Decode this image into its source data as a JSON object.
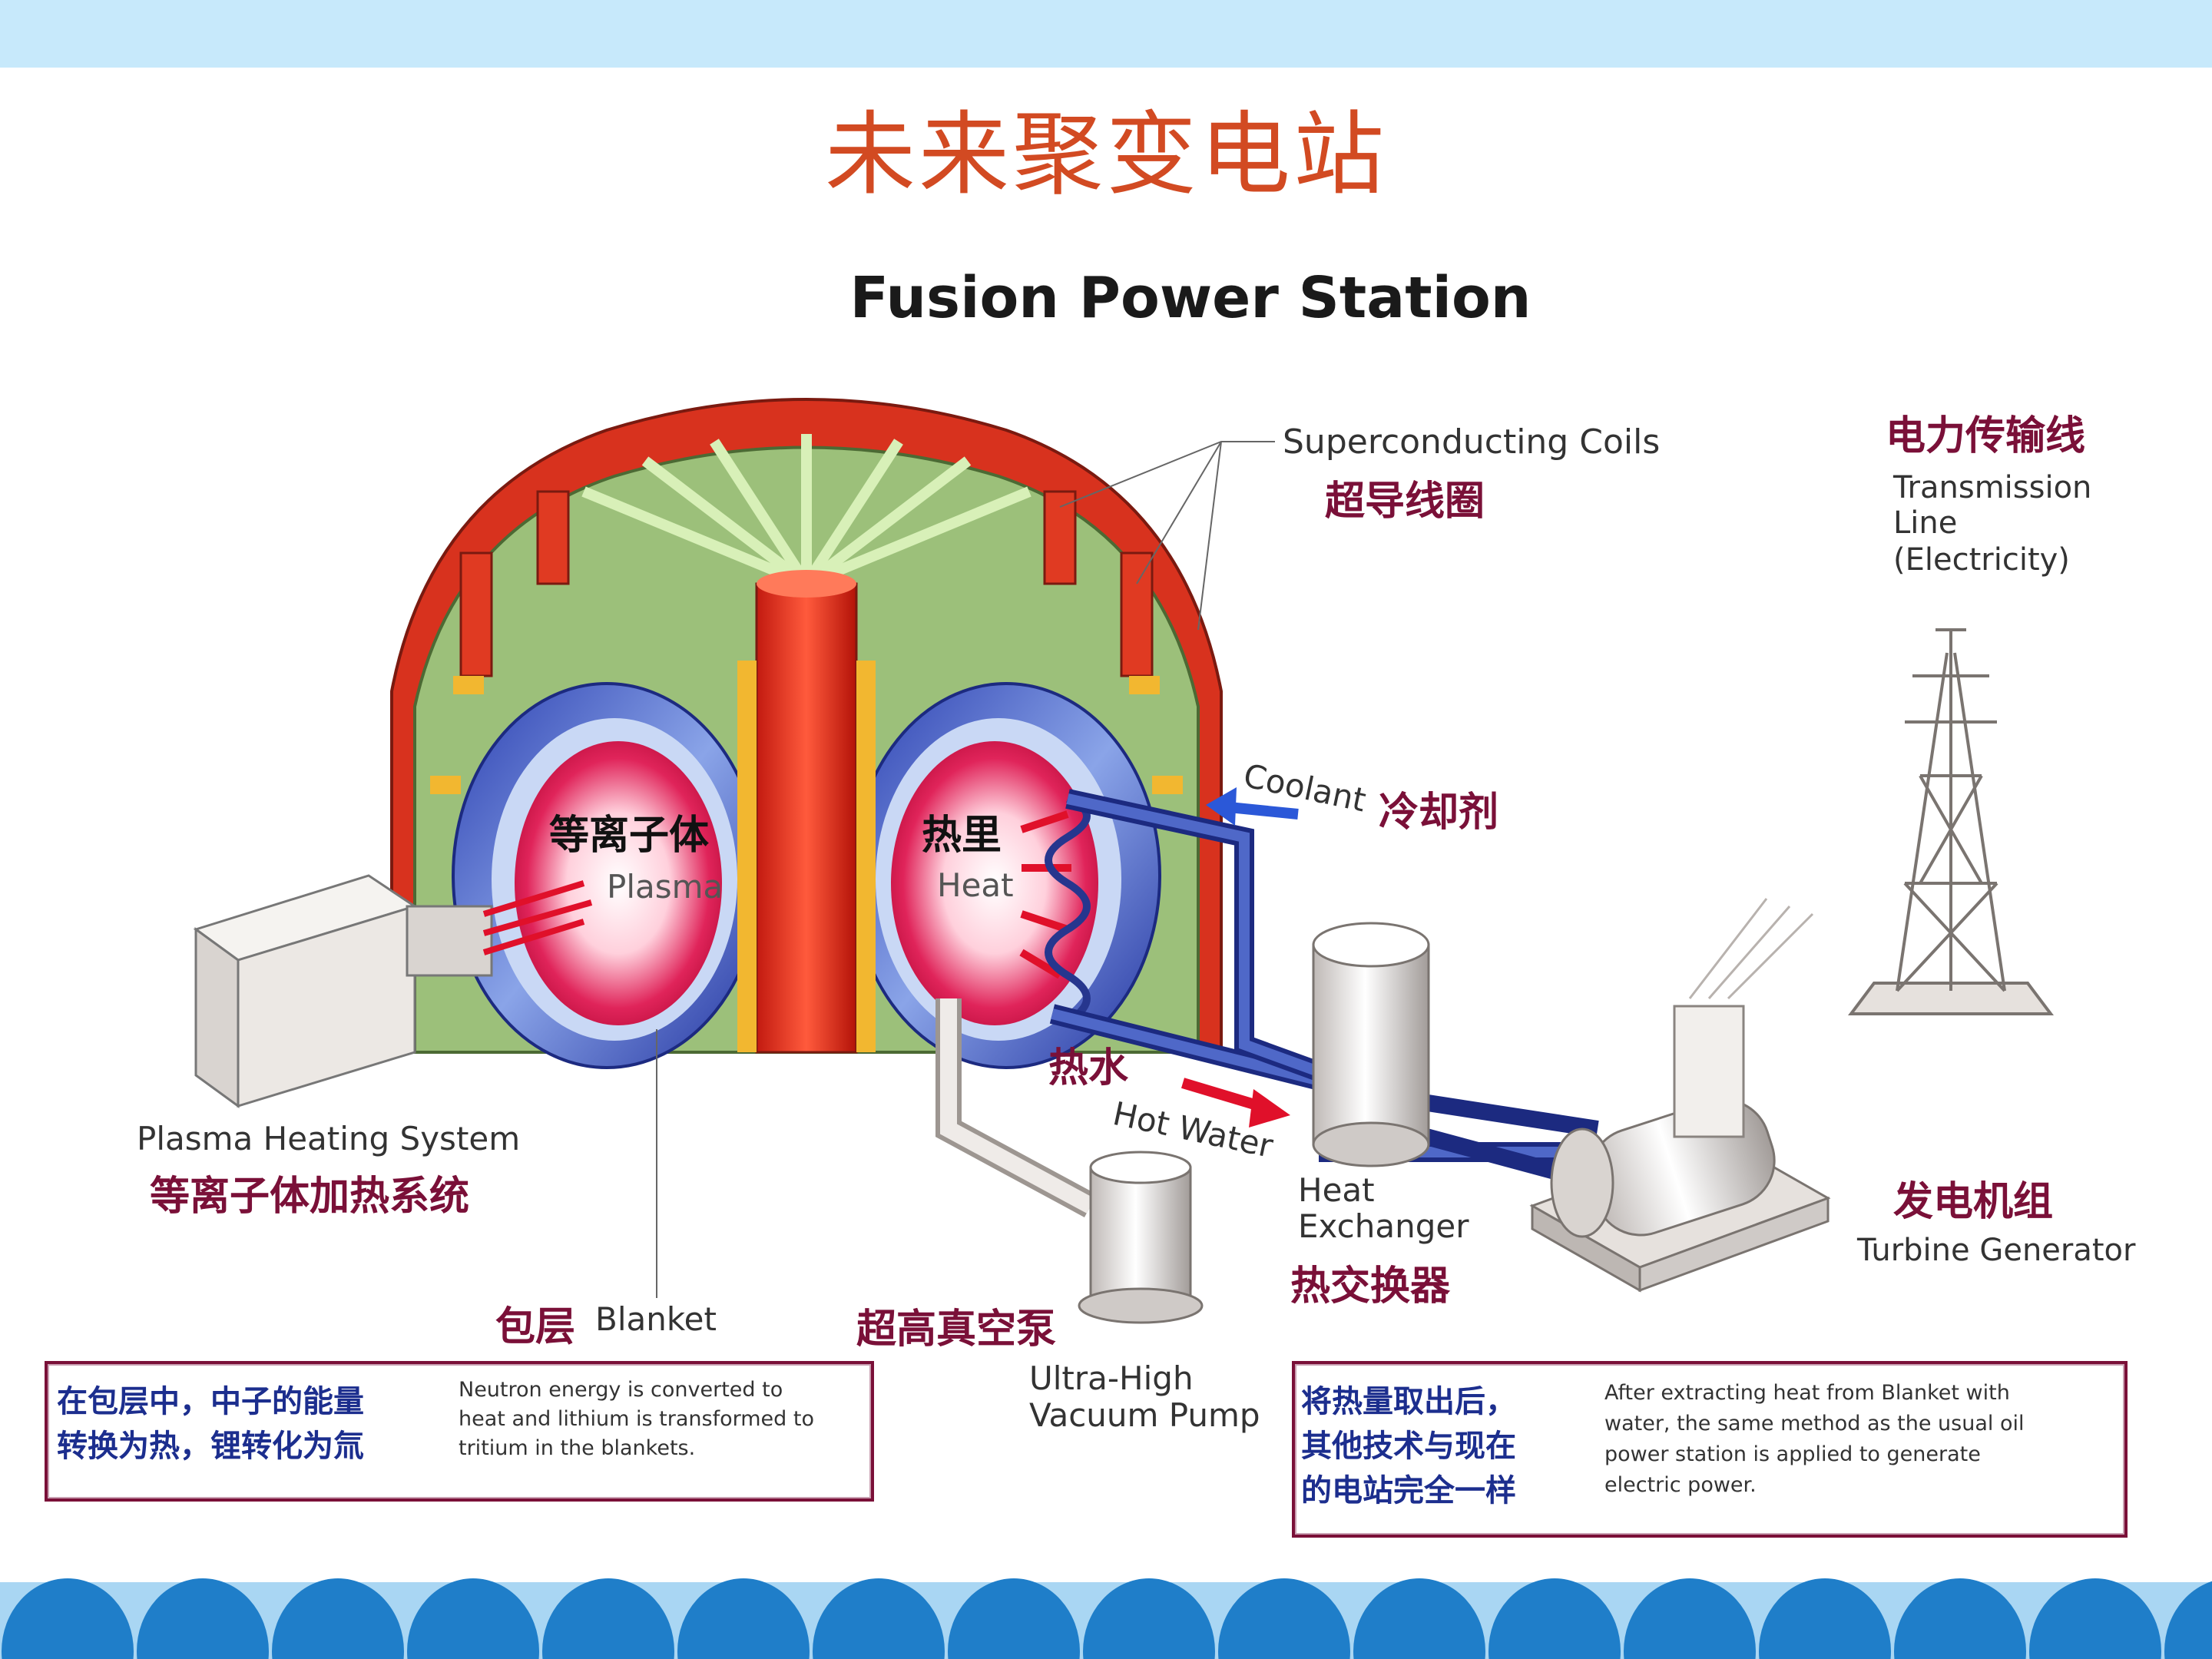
{
  "title_cn": "未来聚变电站",
  "title_en": "Fusion Power Station",
  "labels": {
    "coils_en": "Superconducting Coils",
    "coils_cn": "超导线圈",
    "transmission_cn": "电力传输线",
    "transmission_en_1": "Transmission",
    "transmission_en_2": "Line",
    "transmission_en_3": "(Electricity)",
    "plasma_cn": "等离子体",
    "plasma_en": "Plasma",
    "heat_cn": "热里",
    "heat_en": "Heat",
    "coolant_en": "Coolant",
    "coolant_cn": "冷却剂",
    "hotwater_cn": "热水",
    "hotwater_en": "Hot Water",
    "heating_en": "Plasma Heating System",
    "heating_cn": "等离子体加热系统",
    "blanket_cn": "包层",
    "blanket_en": "Blanket",
    "pump_cn": "超高真空泵",
    "pump_en_1": "Ultra-High",
    "pump_en_2": "Vacuum Pump",
    "exchanger_en_1": "Heat",
    "exchanger_en_2": "Exchanger",
    "exchanger_cn": "热交换器",
    "generator_cn": "发电机组",
    "generator_en": "Turbine Generator"
  },
  "box_left": {
    "cn_1": "在包层中，中子的能量",
    "cn_2": "转换为热，锂转化为氚",
    "en_1": "Neutron energy is converted to",
    "en_2": "heat and lithium is transformed to",
    "en_3": "tritium in the blankets."
  },
  "box_right": {
    "cn_1": "将热量取出后，",
    "cn_2": "其他技术与现在",
    "cn_3": "的电站完全一样",
    "en_1": "After extracting heat from Blanket with",
    "en_2": "water, the same method as the usual oil",
    "en_3": "power station is applied to generate",
    "en_4": "electric power."
  },
  "colors": {
    "top_band": "#c7e9fb",
    "bottom_band": "#1f7ec9",
    "title_cn": "#d24a22",
    "label_cn": "#7a1038",
    "box_border": "#7a1038",
    "box_cn_text": "#1c2e8e"
  }
}
